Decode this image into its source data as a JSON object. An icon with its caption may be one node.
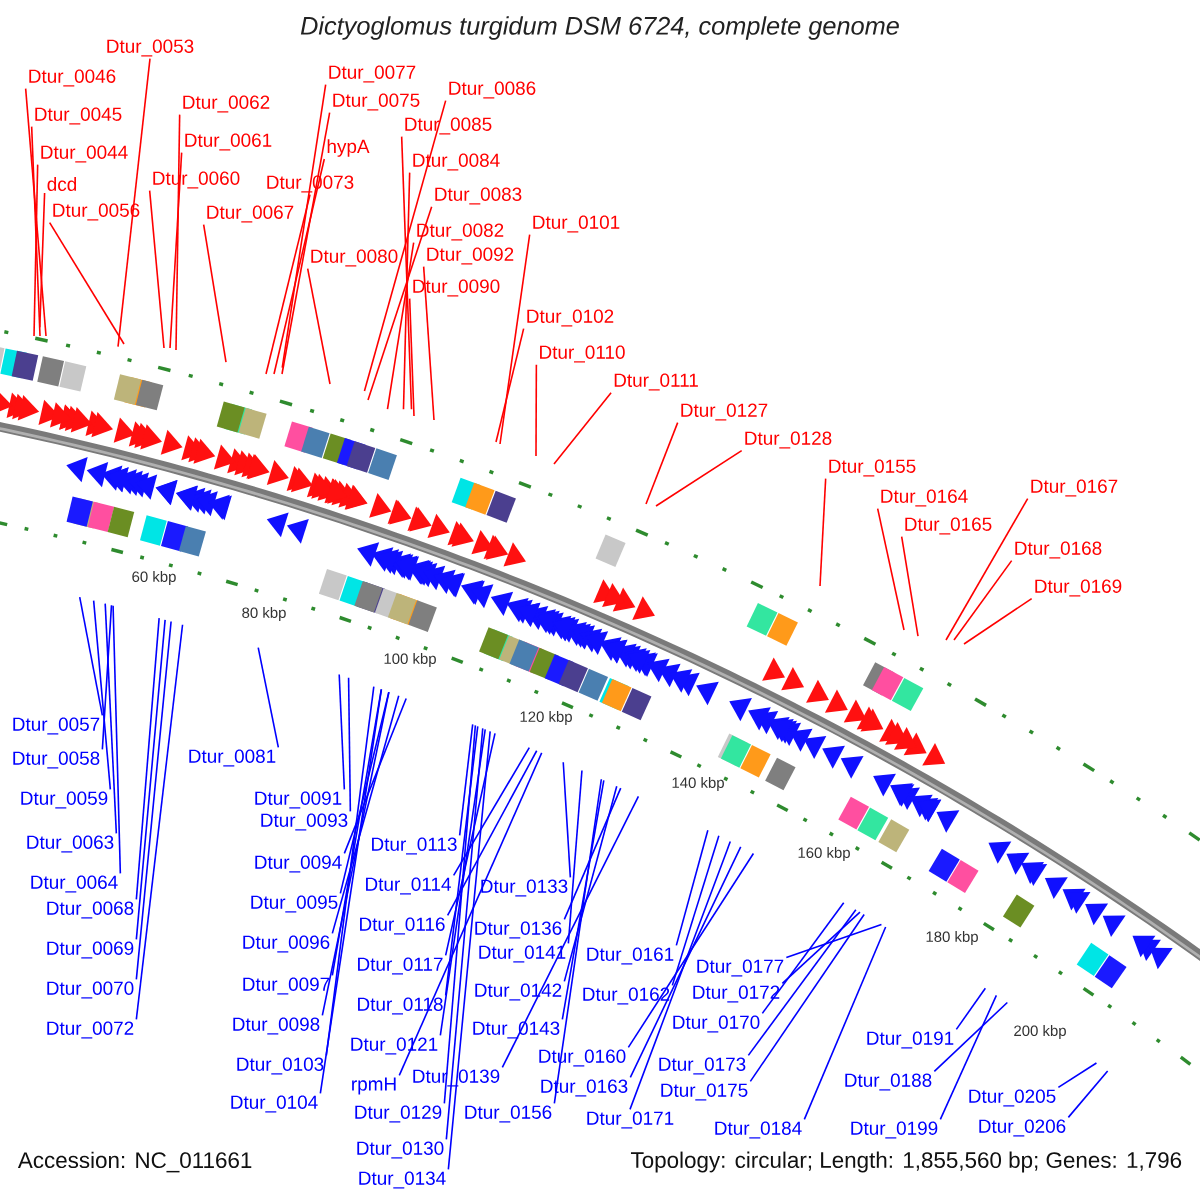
{
  "diagram": {
    "title": "Dictyoglomus turgidum DSM 6724, complete genome",
    "nodes": [
      {
        "text": [
          "Dtur_0044"
        ]
      },
      {
        "text": [
          "Dtur_0045"
        ]
      },
      {
        "text": [
          "Dtur_0046"
        ]
      },
      {
        "text": [
          "Dtur_0053"
        ]
      },
      {
        "text": [
          "dcd"
        ]
      },
      {
        "text": [
          "Dtur_0056"
        ]
      },
      {
        "text": [
          "Dtur_0060"
        ]
      },
      {
        "text": [
          "Dtur_0061"
        ]
      },
      {
        "text": [
          "Dtur_0062"
        ]
      },
      {
        "text": [
          "Dtur_0067"
        ]
      },
      {
        "text": [
          "Dtur_0073"
        ]
      },
      {
        "text": [
          "hypA"
        ]
      },
      {
        "text": [
          "Dtur_0075"
        ]
      },
      {
        "text": [
          "Dtur_0077"
        ]
      },
      {
        "text": [
          "Dtur_0080"
        ]
      },
      {
        "text": [
          "Dtur_0082"
        ]
      },
      {
        "text": [
          "Dtur_0083"
        ]
      },
      {
        "text": [
          "Dtur_0084"
        ]
      },
      {
        "text": [
          "Dtur_0085"
        ]
      },
      {
        "text": [
          "Dtur_0086"
        ]
      },
      {
        "text": [
          "Dtur_0090"
        ]
      },
      {
        "text": [
          "Dtur_0092"
        ]
      },
      {
        "text": [
          "Dtur_0101"
        ]
      },
      {
        "text": [
          "Dtur_0102"
        ]
      },
      {
        "text": [
          "Dtur_0110"
        ]
      },
      {
        "text": [
          "Dtur_0111"
        ]
      },
      {
        "text": [
          "Dtur_0127"
        ]
      },
      {
        "text": [
          "Dtur_0128"
        ]
      },
      {
        "text": [
          "Dtur_0155"
        ]
      },
      {
        "text": [
          "Dtur_0164"
        ]
      },
      {
        "text": [
          "Dtur_0165"
        ]
      },
      {
        "text": [
          "Dtur_0167"
        ]
      },
      {
        "text": [
          "Dtur_0168"
        ]
      },
      {
        "text": [
          "Dtur_0169"
        ]
      },
      {
        "text": [
          "Dtur_0057"
        ]
      },
      {
        "text": [
          "Dtur_0058"
        ]
      },
      {
        "text": [
          "Dtur_0059"
        ]
      },
      {
        "text": [
          "Dtur_0063"
        ]
      },
      {
        "text": [
          "Dtur_0064"
        ]
      },
      {
        "text": [
          "Dtur_0068"
        ]
      },
      {
        "text": [
          "Dtur_0069"
        ]
      },
      {
        "text": [
          "Dtur_0070"
        ]
      },
      {
        "text": [
          "Dtur_0072"
        ]
      },
      {
        "text": [
          "Dtur_0081"
        ]
      },
      {
        "text": [
          "Dtur_0091"
        ]
      },
      {
        "text": [
          "Dtur_0093"
        ]
      },
      {
        "text": [
          "Dtur_0094"
        ]
      },
      {
        "text": [
          "Dtur_0095"
        ]
      },
      {
        "text": [
          "Dtur_0096"
        ]
      },
      {
        "text": [
          "Dtur_0097"
        ]
      },
      {
        "text": [
          "Dtur_0098"
        ]
      },
      {
        "text": [
          "Dtur_0103"
        ]
      },
      {
        "text": [
          "Dtur_0104"
        ]
      },
      {
        "text": [
          "Dtur_0113"
        ]
      },
      {
        "text": [
          "Dtur_0114"
        ]
      },
      {
        "text": [
          "Dtur_0116"
        ]
      },
      {
        "text": [
          "Dtur_0117"
        ]
      },
      {
        "text": [
          "Dtur_0118"
        ]
      },
      {
        "text": [
          "Dtur_0121"
        ]
      },
      {
        "text": [
          "rpmH"
        ]
      },
      {
        "text": [
          "Dtur_0129"
        ]
      },
      {
        "text": [
          "Dtur_0130"
        ]
      },
      {
        "text": [
          "Dtur_0134"
        ]
      },
      {
        "text": [
          "Dtur_0133"
        ]
      },
      {
        "text": [
          "Dtur_0136"
        ]
      },
      {
        "text": [
          "Dtur_0141"
        ]
      },
      {
        "text": [
          "Dtur_0142"
        ]
      },
      {
        "text": [
          "Dtur_0143"
        ]
      },
      {
        "text": [
          "Dtur_0139"
        ]
      },
      {
        "text": [
          "Dtur_0156"
        ]
      },
      {
        "text": [
          "Dtur_0161"
        ]
      },
      {
        "text": [
          "Dtur_0162"
        ]
      },
      {
        "text": [
          "Dtur_0160"
        ]
      },
      {
        "text": [
          "Dtur_0163"
        ]
      },
      {
        "text": [
          "Dtur_0171"
        ]
      },
      {
        "text": [
          "Dtur_0172"
        ]
      },
      {
        "text": [
          "Dtur_0170"
        ]
      },
      {
        "text": [
          "Dtur_0173"
        ]
      },
      {
        "text": [
          "Dtur_0175"
        ]
      },
      {
        "text": [
          "Dtur_0177"
        ]
      },
      {
        "text": [
          "Dtur_0184"
        ]
      },
      {
        "text": [
          "Dtur_0188"
        ]
      },
      {
        "text": [
          "Dtur_0191"
        ]
      },
      {
        "text": [
          "Dtur_0199"
        ]
      },
      {
        "text": [
          "Dtur_0205"
        ]
      },
      {
        "text": [
          "Dtur_0206"
        ]
      }
    ],
    "edges": [
      {
        "from": 0,
        "to": null,
        "arrow": "none",
        "color": "#ff0000"
      },
      {
        "from": 1,
        "to": null,
        "arrow": "none",
        "color": "#ff0000"
      },
      {
        "from": 2,
        "to": null,
        "arrow": "none",
        "color": "#ff0000"
      },
      {
        "from": 3,
        "to": null,
        "arrow": "none",
        "color": "#ff0000"
      },
      {
        "from": 4,
        "to": null,
        "arrow": "none",
        "color": "#ff0000"
      },
      {
        "from": 5,
        "to": null,
        "arrow": "none",
        "color": "#ff0000"
      },
      {
        "from": 6,
        "to": null,
        "arrow": "none",
        "color": "#ff0000"
      },
      {
        "from": 7,
        "to": null,
        "arrow": "none",
        "color": "#ff0000"
      },
      {
        "from": 8,
        "to": null,
        "arrow": "none",
        "color": "#ff0000"
      },
      {
        "from": 9,
        "to": null,
        "arrow": "none",
        "color": "#ff0000"
      },
      {
        "from": 10,
        "to": null,
        "arrow": "none",
        "color": "#ff0000"
      },
      {
        "from": 11,
        "to": null,
        "arrow": "none",
        "color": "#ff0000"
      },
      {
        "from": 12,
        "to": null,
        "arrow": "none",
        "color": "#ff0000"
      },
      {
        "from": 13,
        "to": null,
        "arrow": "none",
        "color": "#ff0000"
      },
      {
        "from": 14,
        "to": null,
        "arrow": "none",
        "color": "#ff0000"
      },
      {
        "from": 15,
        "to": null,
        "arrow": "none",
        "color": "#ff0000"
      },
      {
        "from": 16,
        "to": null,
        "arrow": "none",
        "color": "#ff0000"
      },
      {
        "from": 17,
        "to": null,
        "arrow": "none",
        "color": "#ff0000"
      },
      {
        "from": 18,
        "to": null,
        "arrow": "none",
        "color": "#ff0000"
      },
      {
        "from": 19,
        "to": null,
        "arrow": "none",
        "color": "#ff0000"
      },
      {
        "from": 20,
        "to": null,
        "arrow": "none",
        "color": "#ff0000"
      },
      {
        "from": 21,
        "to": null,
        "arrow": "none",
        "color": "#ff0000"
      },
      {
        "from": 22,
        "to": null,
        "arrow": "none",
        "color": "#ff0000"
      },
      {
        "from": 23,
        "to": null,
        "arrow": "none",
        "color": "#ff0000"
      },
      {
        "from": 24,
        "to": null,
        "arrow": "none",
        "color": "#ff0000"
      },
      {
        "from": 25,
        "to": null,
        "arrow": "none",
        "color": "#ff0000"
      },
      {
        "from": 26,
        "to": null,
        "arrow": "none",
        "color": "#ff0000"
      },
      {
        "from": 27,
        "to": null,
        "arrow": "none",
        "color": "#ff0000"
      },
      {
        "from": 28,
        "to": null,
        "arrow": "none",
        "color": "#ff0000"
      },
      {
        "from": 29,
        "to": null,
        "arrow": "none",
        "color": "#ff0000"
      },
      {
        "from": 30,
        "to": null,
        "arrow": "none",
        "color": "#ff0000"
      },
      {
        "from": 31,
        "to": null,
        "arrow": "none",
        "color": "#ff0000"
      },
      {
        "from": 32,
        "to": null,
        "arrow": "none",
        "color": "#ff0000"
      },
      {
        "from": 33,
        "to": null,
        "arrow": "none",
        "color": "#ff0000"
      },
      {
        "from": 34,
        "to": null,
        "arrow": "none"
      },
      {
        "from": 35,
        "to": null,
        "arrow": "none"
      },
      {
        "from": 36,
        "to": null,
        "arrow": "none"
      },
      {
        "from": 37,
        "to": null,
        "arrow": "none"
      },
      {
        "from": 38,
        "to": null,
        "arrow": "none"
      },
      {
        "from": 39,
        "to": null,
        "arrow": "none"
      },
      {
        "from": 40,
        "to": null,
        "arrow": "none"
      },
      {
        "from": 41,
        "to": null,
        "arrow": "none"
      },
      {
        "from": 42,
        "to": null,
        "arrow": "none"
      },
      {
        "from": 43,
        "to": null,
        "arrow": "none"
      },
      {
        "from": 44,
        "to": null,
        "arrow": "none"
      },
      {
        "from": 45,
        "to": null,
        "arrow": "none"
      },
      {
        "from": 46,
        "to": null,
        "arrow": "none"
      },
      {
        "from": 47,
        "to": null,
        "arrow": "none"
      },
      {
        "from": 48,
        "to": null,
        "arrow": "none"
      },
      {
        "from": 49,
        "to": null,
        "arrow": "none"
      },
      {
        "from": 50,
        "to": null,
        "arrow": "none"
      },
      {
        "from": 51,
        "to": null,
        "arrow": "none"
      },
      {
        "from": 52,
        "to": null,
        "arrow": "none"
      },
      {
        "from": 53,
        "to": null,
        "arrow": "none"
      },
      {
        "from": 54,
        "to": null,
        "arrow": "none"
      },
      {
        "from": 55,
        "to": null,
        "arrow": "none"
      },
      {
        "from": 56,
        "to": null,
        "arrow": "none"
      },
      {
        "from": 57,
        "to": null,
        "arrow": "none"
      },
      {
        "from": 58,
        "to": null,
        "arrow": "none"
      },
      {
        "from": 59,
        "to": null,
        "arrow": "none"
      },
      {
        "from": 60,
        "to": null,
        "arrow": "none"
      },
      {
        "from": 61,
        "to": null,
        "arrow": "none"
      },
      {
        "from": 62,
        "to": null,
        "arrow": "none"
      },
      {
        "from": 63,
        "to": null,
        "arrow": "none"
      },
      {
        "from": 64,
        "to": null,
        "arrow": "none"
      },
      {
        "from": 65,
        "to": null,
        "arrow": "none"
      },
      {
        "from": 66,
        "to": null,
        "arrow": "none"
      },
      {
        "from": 67,
        "to": null,
        "arrow": "none"
      },
      {
        "from": 68,
        "to": null,
        "arrow": "none"
      },
      {
        "from": 69,
        "to": null,
        "arrow": "none"
      },
      {
        "from": 70,
        "to": null,
        "arrow": "none"
      },
      {
        "from": 71,
        "to": null,
        "arrow": "none"
      },
      {
        "from": 72,
        "to": null,
        "arrow": "none"
      },
      {
        "from": 73,
        "to": null,
        "arrow": "none"
      },
      {
        "from": 74,
        "to": null,
        "arrow": "none"
      },
      {
        "from": 75,
        "to": null,
        "arrow": "none"
      },
      {
        "from": 76,
        "to": null,
        "arrow": "none"
      },
      {
        "from": 77,
        "to": null,
        "arrow": "none"
      },
      {
        "from": 78,
        "to": null,
        "arrow": "none"
      },
      {
        "from": 79,
        "to": null,
        "arrow": "none"
      },
      {
        "from": 80,
        "to": null,
        "arrow": "none"
      },
      {
        "from": 81,
        "to": null,
        "arrow": "none"
      },
      {
        "from": 82,
        "to": null,
        "arrow": "none"
      },
      {
        "from": 83,
        "to": null,
        "arrow": "none"
      },
      {
        "from": 84,
        "to": null,
        "arrow": "none"
      },
      {
        "from": 85,
        "to": null,
        "arrow": "none"
      }
    ],
    "labels": [
      "60 kbp",
      "80 kbp",
      "100 kbp",
      "120 kbp",
      "140 kbp",
      "160 kbp",
      "180 kbp",
      "200 kbp",
      "Accession: NC_011661",
      "Topology: circular; Length: 1,855,560 bp; Genes: 1,796"
    ]
  }
}
